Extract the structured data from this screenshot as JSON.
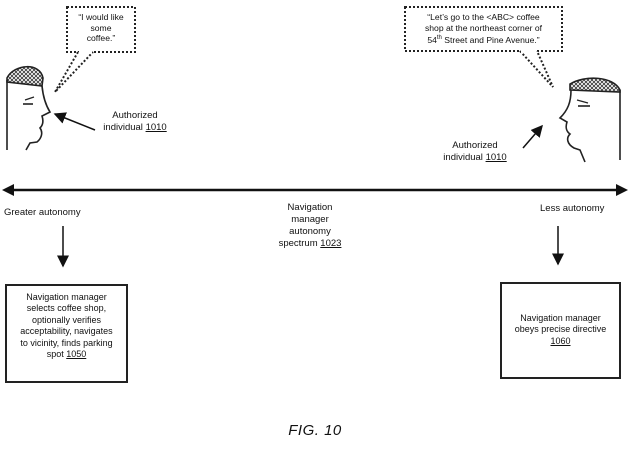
{
  "left_speech": {
    "line1": "“I would like",
    "line2": "some",
    "line3": "coffee.”"
  },
  "right_speech": {
    "line1": "“Let’s go to the <ABC> coffee",
    "line2": "shop at the northeast corner of",
    "line3_pre": "54",
    "line3_sup": "th",
    "line3_post": " Street and Pine Avenue.”"
  },
  "left_person": {
    "label_line1": "Authorized",
    "label_line2": "individual",
    "ref": "1010"
  },
  "right_person": {
    "label_line1": "Authorized",
    "label_line2": "individual",
    "ref": "1010"
  },
  "spectrum": {
    "line1": "Navigation",
    "line2": "manager",
    "line3": "autonomy",
    "line4": "spectrum",
    "ref": "1023",
    "left_end": "Greater autonomy",
    "right_end": "Less autonomy"
  },
  "left_box": {
    "line1": "Navigation manager",
    "line2": "selects coffee shop,",
    "line3": "optionally verifies",
    "line4": "acceptability, navigates",
    "line5": "to vicinity, finds parking",
    "line6": "spot",
    "ref": "1050"
  },
  "right_box": {
    "line1": "Navigation manager",
    "line2": "obeys precise directive",
    "ref": "1060"
  },
  "figure_label": "FIG. 10"
}
